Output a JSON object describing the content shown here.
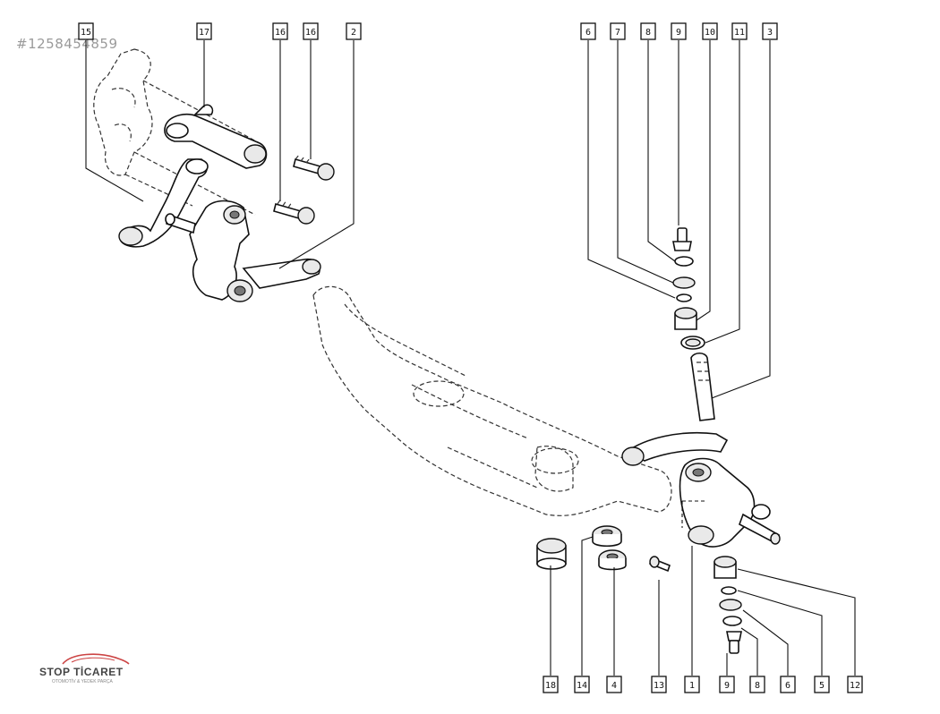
{
  "watermark": "#1258454859",
  "logo": {
    "text": "STOP TİCARET",
    "subtext": "OTOMOTİV & YEDEK PARÇA"
  },
  "callouts": [
    {
      "id": "c15a",
      "label": "15"
    },
    {
      "id": "c17",
      "label": "17"
    },
    {
      "id": "c16a",
      "label": "16"
    },
    {
      "id": "c16b",
      "label": "16"
    },
    {
      "id": "c2",
      "label": "2"
    },
    {
      "id": "c6a",
      "label": "6"
    },
    {
      "id": "c7",
      "label": "7"
    },
    {
      "id": "c8a",
      "label": "8"
    },
    {
      "id": "c9a",
      "label": "9"
    },
    {
      "id": "c10",
      "label": "10"
    },
    {
      "id": "c11",
      "label": "11"
    },
    {
      "id": "c3",
      "label": "3"
    },
    {
      "id": "c18",
      "label": "18"
    },
    {
      "id": "c14",
      "label": "14"
    },
    {
      "id": "c4",
      "label": "4"
    },
    {
      "id": "c13",
      "label": "13"
    },
    {
      "id": "c1",
      "label": "1"
    },
    {
      "id": "c9b",
      "label": "9"
    },
    {
      "id": "c8b",
      "label": "8"
    },
    {
      "id": "c6b",
      "label": "6"
    },
    {
      "id": "c5",
      "label": "5"
    },
    {
      "id": "c12",
      "label": "12"
    }
  ]
}
